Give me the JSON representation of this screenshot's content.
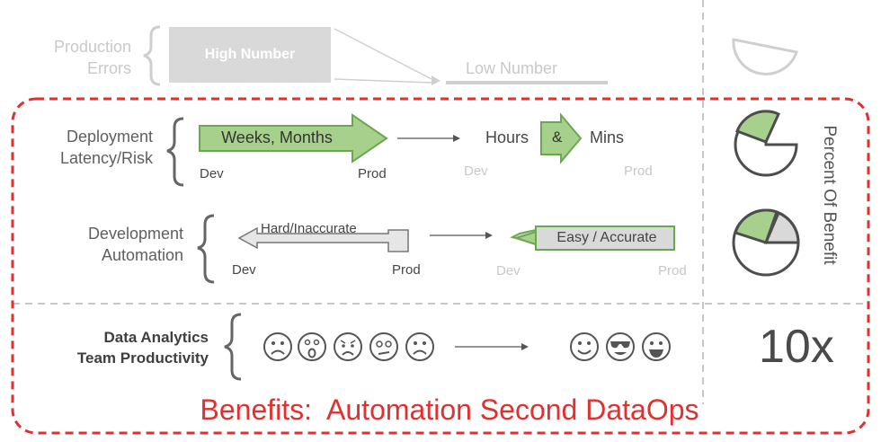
{
  "colors": {
    "green_fill": "#a8d08d",
    "green_border": "#6aa84f",
    "gray_box": "#d9d9d9",
    "red_dashed": "#e03030",
    "text_dark": "#4a4a4a",
    "text_faint": "#c9c9c9"
  },
  "rows": {
    "production_errors": {
      "label_line1": "Production",
      "label_line2": "Errors",
      "high_box": "High Number",
      "low_text": "Low Number"
    },
    "deployment": {
      "label_line1": "Deployment",
      "label_line2": "Latency/Risk",
      "arrow_text": "Weeks, Months",
      "dev": "Dev",
      "prod": "Prod",
      "after_hours": "Hours",
      "after_and": "&",
      "after_mins": "Mins",
      "after_dev": "Dev",
      "after_prod": "Prod"
    },
    "development": {
      "label_line1": "Development",
      "label_line2": "Automation",
      "arrow_text": "Hard/Inaccurate",
      "dev": "Dev",
      "prod": "Prod",
      "after_text": "Easy / Accurate",
      "after_dev": "Dev",
      "after_prod": "Prod"
    },
    "productivity": {
      "label_line1": "Data Analytics",
      "label_line2": "Team Productivity",
      "before_icons": [
        "frown-face-icon",
        "shocked-face-icon",
        "sad-face-icon",
        "confused-face-icon",
        "frown-face-icon"
      ],
      "after_icons": [
        "smile-face-icon",
        "sunglasses-face-icon",
        "grin-face-icon"
      ],
      "multiplier": "10x"
    }
  },
  "side_label": "Percent Of Benefit",
  "banner": "Benefits:  Automation Second DataOps",
  "pies": [
    {
      "name": "production-errors-pie",
      "style": "faint"
    },
    {
      "name": "deployment-pie",
      "style": "green-slice"
    },
    {
      "name": "development-pie",
      "style": "green-and-gray-slice"
    }
  ]
}
